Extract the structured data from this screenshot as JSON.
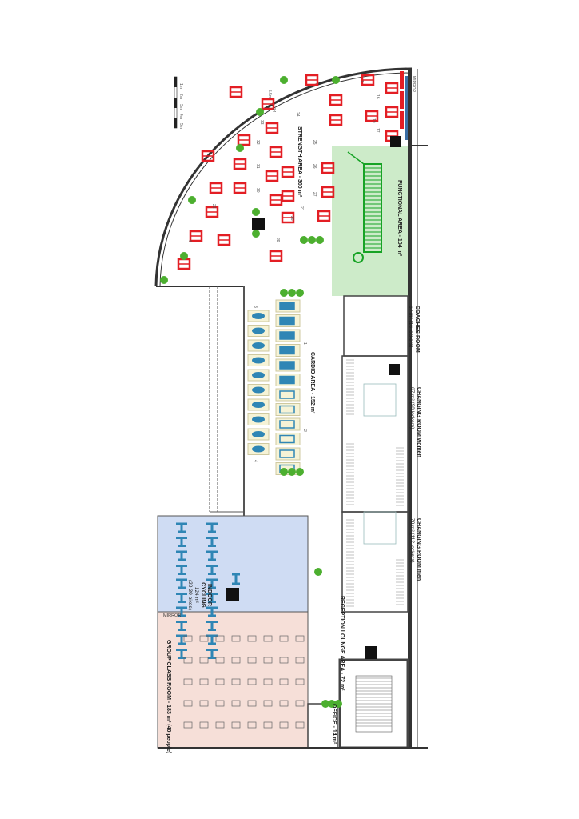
{
  "scale_bar": {
    "ticks": [
      "1m",
      "2m",
      "3m",
      "4m",
      "5m"
    ]
  },
  "rooms": {
    "strength": {
      "name": "STRENGTH AREA - 300 m²",
      "color": "#e31e24"
    },
    "functional": {
      "name": "FUNCTIONAL AREA - 104 m²",
      "color": "#cdebc9"
    },
    "cardio": {
      "name": "CARDIO AREA - 152 m²",
      "color": "#2f86b5"
    },
    "coaches": {
      "name": "COACHES ROOM",
      "detail": "67 m² (16 lockers)"
    },
    "changing_women": {
      "name": "CHANGING ROOM women",
      "detail": "67 m² (98 lockers)"
    },
    "changing_men": {
      "name": "CHANGING ROOM men",
      "detail": "70 m² (112 lockers)"
    },
    "cycling": {
      "name": "INDOOR",
      "name2": "CYCLING",
      "area": "124 m²",
      "detail": "(20-30 bikes)",
      "color": "#cfdcf3"
    },
    "group_class": {
      "name": "GROUP CLASS ROOM - 183 m² (40 people)",
      "color": "#f6dfd8"
    },
    "reception": {
      "name": "RECEPTION LOUNGE AREA - 72 m²"
    },
    "office": {
      "name": "OFFICE - 14 m²"
    }
  },
  "mirror_labels": [
    "MIRROR",
    "MIRROR"
  ],
  "cardio_markers": [
    "1",
    "2",
    "3",
    "4"
  ],
  "strength_numbers": [
    "24",
    "25",
    "26",
    "27",
    "28",
    "29",
    "30",
    "31",
    "32",
    "33",
    "34",
    "5.5m",
    "7",
    "16",
    "17",
    "19",
    "21",
    "23",
    "6"
  ]
}
